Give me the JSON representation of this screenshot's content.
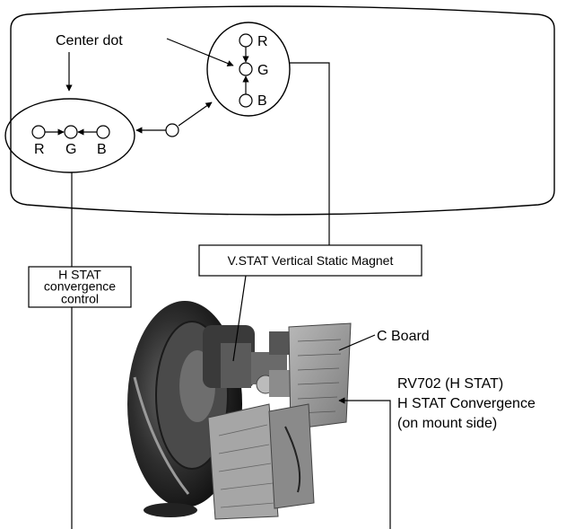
{
  "screen": {
    "center_dot_label": "Center dot",
    "vertical_group": {
      "top": "R",
      "middle": "G",
      "bottom": "B"
    },
    "horizontal_group": {
      "left": "R",
      "middle": "G",
      "right": "B"
    }
  },
  "labels": {
    "v_stat": "V.STAT Vertical Static Magnet",
    "h_stat_line1": "H STAT",
    "h_stat_line2": "convergence",
    "h_stat_line3": "control",
    "c_board": "C Board",
    "rv702_line1": "RV702 (H STAT)",
    "rv702_line2": "H STAT Convergence",
    "rv702_line3": "(on mount side)"
  },
  "colors": {
    "line": "#000000",
    "photo_dark": "#2a2a2a",
    "photo_mid": "#7a7a7a",
    "photo_light": "#c8c8c8",
    "board": "#9a9a9a"
  }
}
